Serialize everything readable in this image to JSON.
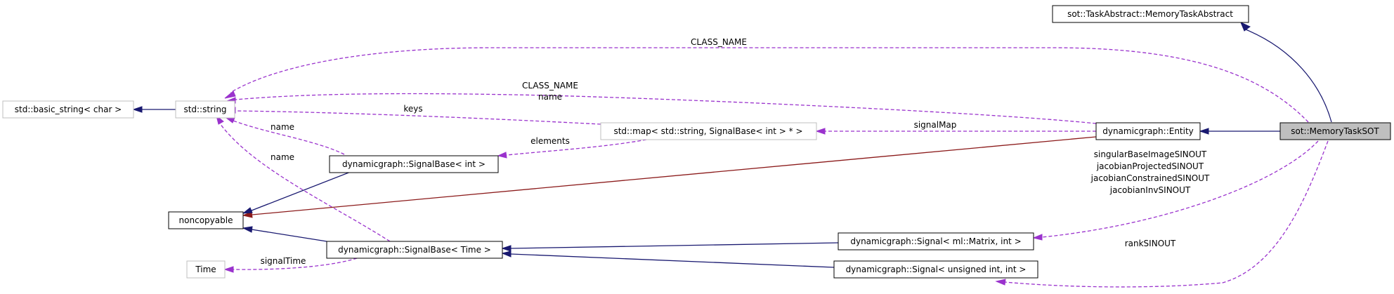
{
  "colors": {
    "inheritance": "#191970",
    "private_inheritance": "#8b1a1a",
    "usage": "#9a32cd",
    "focus_fill": "#bfbfbf",
    "external_border": "#bfbfbf"
  },
  "nodes": {
    "memory_task_abstract": "sot::TaskAbstract::MemoryTaskAbstract",
    "basic_string": "std::basic_string< char >",
    "string": "std::string",
    "map": "std::map< std::string, SignalBase< int > * >",
    "entity": "dynamicgraph::Entity",
    "memory_task_sot": "sot::MemoryTaskSOT",
    "signal_base_int": "dynamicgraph::SignalBase< int >",
    "noncopyable": "noncopyable",
    "signal_base_time": "dynamicgraph::SignalBase< Time >",
    "signal_matrix": "dynamicgraph::Signal< ml::Matrix, int >",
    "time": "Time",
    "signal_uint": "dynamicgraph::Signal< unsigned int, int >"
  },
  "edge_labels": {
    "class_name_top": "CLASS_NAME",
    "class_name_name": [
      "CLASS_NAME",
      "name"
    ],
    "keys": "keys",
    "name_signal_int": "name",
    "name_signal_time": "name",
    "signal_map": "signalMap",
    "elements": "elements",
    "signal_time": "signalTime",
    "matrix_members": [
      "singularBaseImageSINOUT",
      "jacobianProjectedSINOUT",
      "jacobianConstrainedSINOUT",
      "jacobianInvSINOUT"
    ],
    "rank": "rankSINOUT"
  }
}
